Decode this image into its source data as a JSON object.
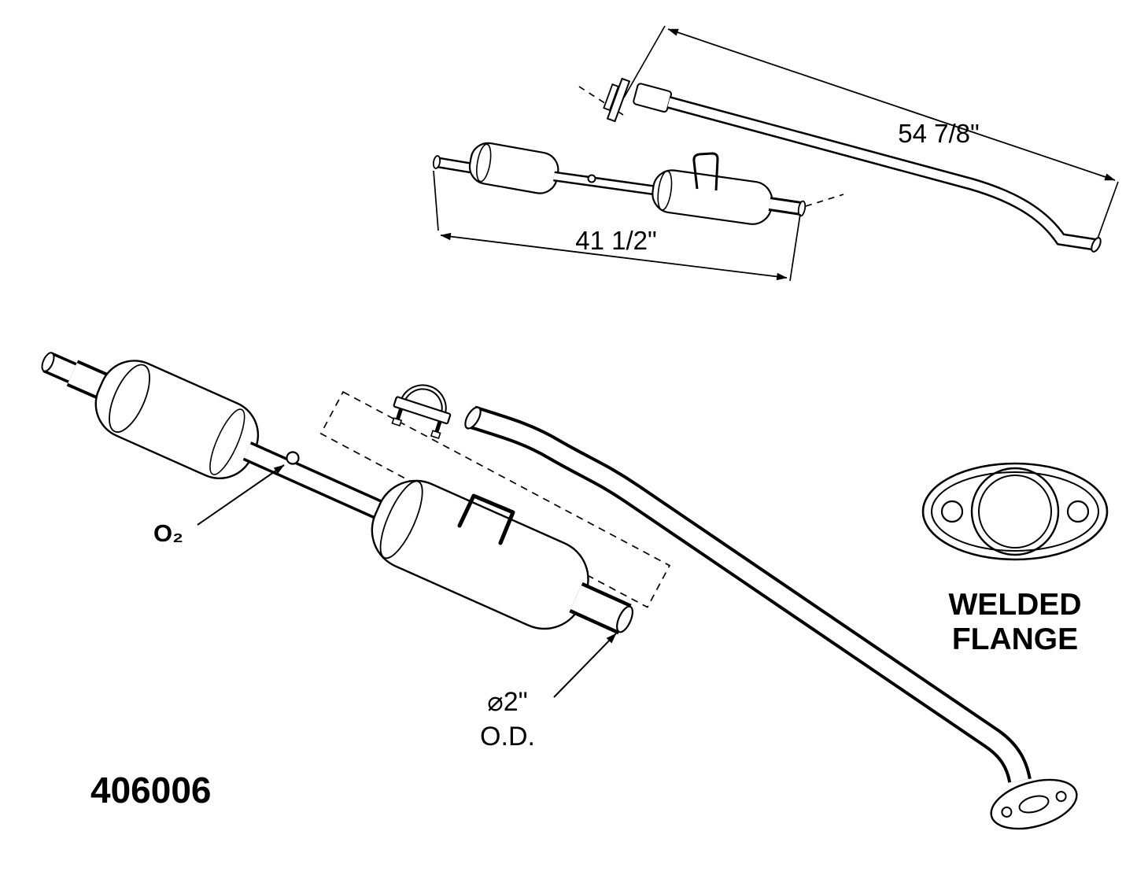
{
  "diagram": {
    "part_number": "406006",
    "dimensions": {
      "tailpipe": "54 7/8\"",
      "front_pipe": "41 1/2\""
    },
    "labels": {
      "o2_sensor": "O₂",
      "outlet_diameter": "⌀2\"",
      "outlet_od": "O.D.",
      "flange_line1": "WELDED",
      "flange_line2": "FLANGE"
    },
    "colors": {
      "ink": "#000000",
      "paper": "#ffffff"
    }
  }
}
